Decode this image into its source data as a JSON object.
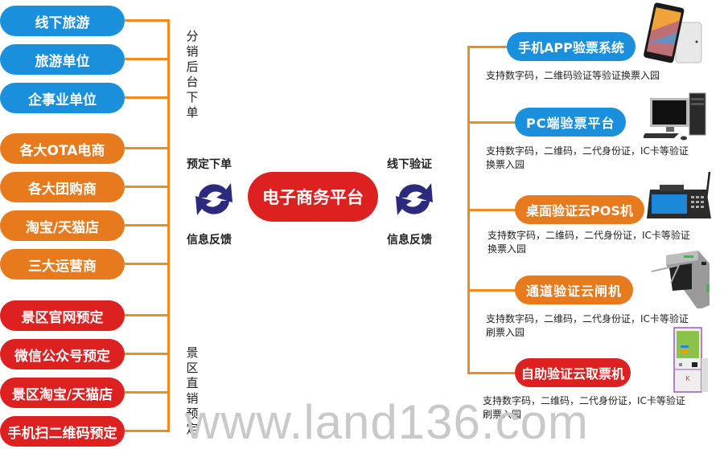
{
  "left_groups": {
    "distribution_label": "分销后台下单",
    "direct_label": "景区直销预定",
    "blue_items": [
      "线下旅游",
      "旅游单位",
      "企事业单位"
    ],
    "orange_items": [
      "各大OTA电商",
      "各大团购商",
      "淘宝/天猫店",
      "三大运营商"
    ],
    "red_items": [
      "景区官网预定",
      "微信公众号预定",
      "景区淘宝/天猫店",
      "手机扫二维码预定"
    ]
  },
  "center": {
    "platform": "电子商务平台",
    "left_top": "预定下单",
    "left_bottom": "信息反馈",
    "right_top": "线下验证",
    "right_bottom": "信息反馈",
    "cycle_icon": "refresh-cycle-icon"
  },
  "right_items": [
    {
      "title": "手机APP验票系统",
      "color": "blue",
      "desc": "支持数字码，二维码验证等验证换票入园",
      "device": "tablet-icon"
    },
    {
      "title": "PC端验票平台",
      "color": "blue",
      "desc": "支持数字码，二维码，二代身份证，IC卡等验证换票入园",
      "device": "desktop-computer-icon"
    },
    {
      "title": "桌面验证云POS机",
      "color": "orange",
      "desc": "支持数字码，二维码，二代身份证，IC卡等验证换票入园",
      "device": "pos-terminal-icon"
    },
    {
      "title": "通道验证云闸机",
      "color": "orange",
      "desc": "支持数字码，二维码，二代身份证，IC卡等验证刷票入园",
      "device": "turnstile-gate-icon"
    },
    {
      "title": "自助验证云取票机",
      "color": "red",
      "desc": "支持数字码，二维码，二代身份证，IC卡等验证刷票入园",
      "device": "ticket-kiosk-icon"
    }
  ],
  "watermark": "www.land136.com",
  "colors": {
    "blue": "#1a8fdc",
    "orange": "#e87a1e",
    "red": "#dc2120",
    "connector": "#f08a24",
    "cycle": "#2b2a7e"
  }
}
